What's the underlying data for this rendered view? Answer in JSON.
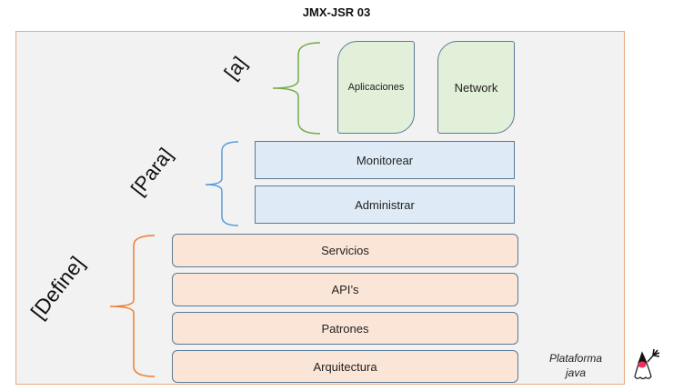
{
  "title": "JMX-JSR 03",
  "groups": {
    "a": {
      "label": "[a]",
      "color": "#70ad47",
      "items": [
        "Aplicaciones",
        "Network"
      ]
    },
    "para": {
      "label": "[Para]",
      "color": "#5b9bd5",
      "items": [
        "Monitorear",
        "Administrar"
      ]
    },
    "define": {
      "label": "[Define]",
      "color": "#ed7d31",
      "items": [
        "Servicios",
        "API’s",
        "Patrones",
        "Arquitectura"
      ]
    }
  },
  "platform": {
    "line1": "Plataforma",
    "line2": "java",
    "icon": "java-duke-mascot"
  }
}
